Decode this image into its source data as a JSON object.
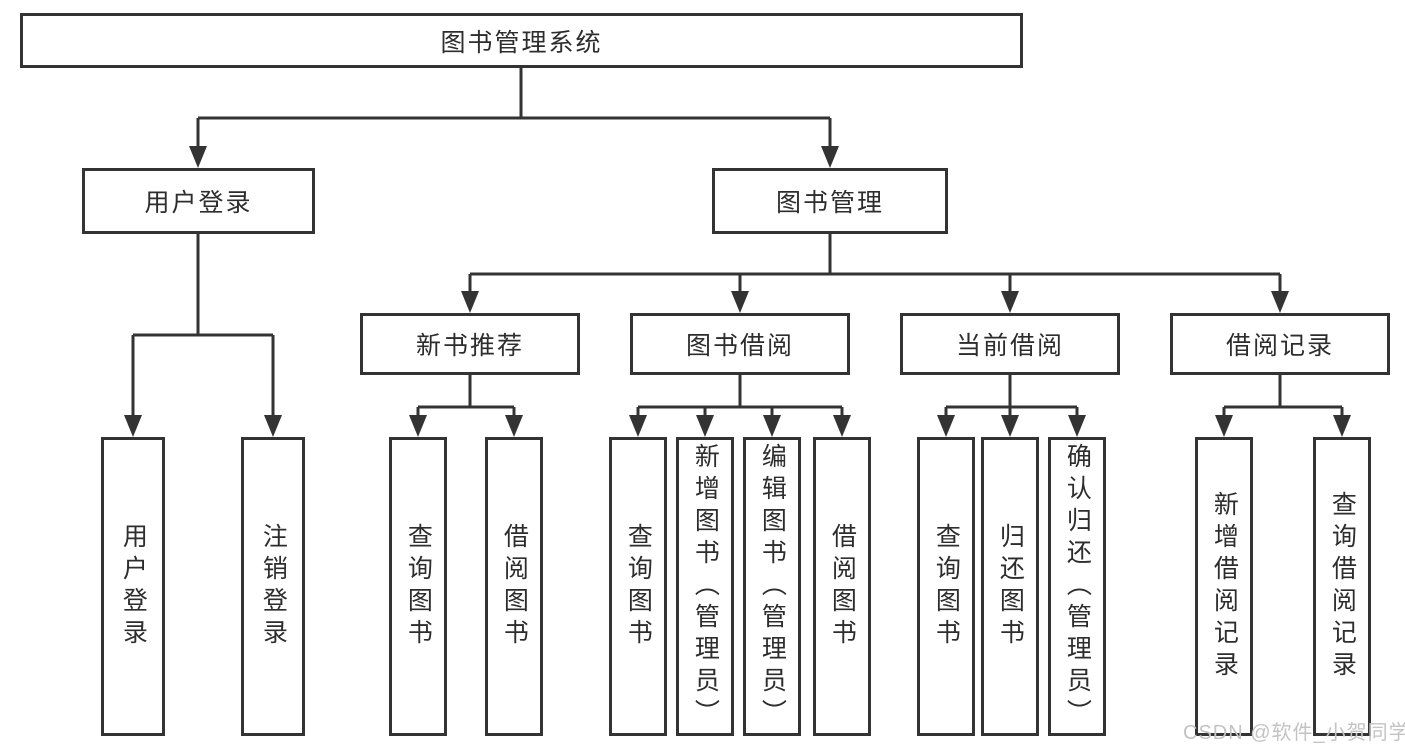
{
  "colors": {
    "line": "#333333",
    "text": "#2d2d2d",
    "background": "#ffffff",
    "watermark": "#c3c3c3"
  },
  "watermark": "CSDN @软件_小贺同学",
  "tree": {
    "root": "图书管理系统",
    "children": [
      {
        "label": "用户登录",
        "children": [
          "用户登录",
          "注销登录"
        ]
      },
      {
        "label": "图书管理",
        "children": [
          {
            "label": "新书推荐",
            "children": [
              "查询图书",
              "借阅图书"
            ]
          },
          {
            "label": "图书借阅",
            "children": [
              "查询图书",
              "新增图书（管理员）",
              "编辑图书（管理员）",
              "借阅图书"
            ]
          },
          {
            "label": "当前借阅",
            "children": [
              "查询图书",
              "归还图书",
              "确认归还（管理员）"
            ]
          },
          {
            "label": "借阅记录",
            "children": [
              "新增借阅记录",
              "查询借阅记录"
            ]
          }
        ]
      }
    ]
  }
}
